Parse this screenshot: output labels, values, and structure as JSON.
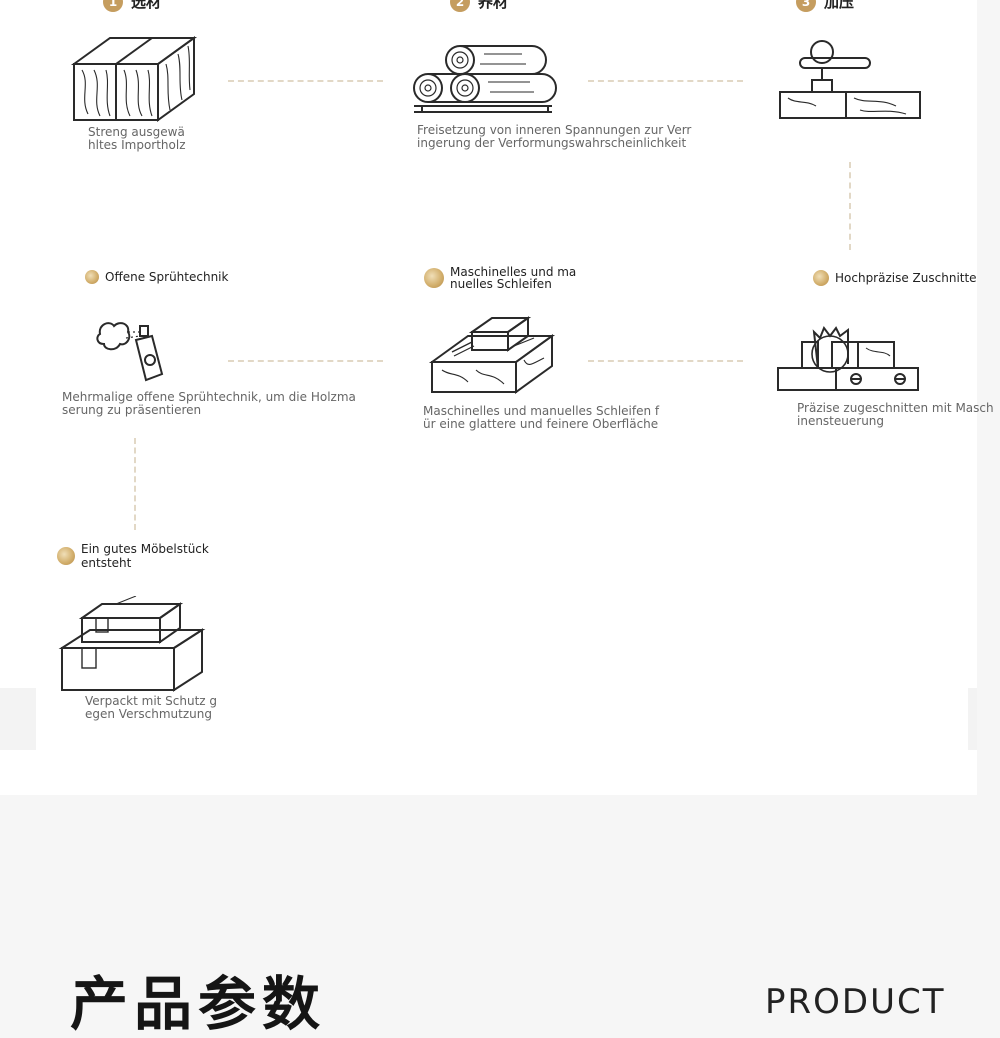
{
  "steps": [
    {
      "num": "1",
      "title": "选材",
      "desc": "Streng ausgewä\nhltes Importholz"
    },
    {
      "num": "2",
      "title": "养材",
      "desc": "Freisetzung von inneren Spannungen zur Verr\ningerung der Verformungswahrscheinlichkeit"
    },
    {
      "num": "3",
      "title": "加压",
      "desc": ""
    }
  ],
  "cutting": {
    "title": "Hochpräzise Zuschnitte",
    "desc": "Präzise zugeschnitten mit Masch\ninensteuerung"
  },
  "sanding": {
    "title": "Maschinelles und ma\nnuelles Schleifen",
    "desc": "Maschinelles und manuelles Schleifen f\nür eine glattere und feinere Oberfläche"
  },
  "spraying": {
    "title": "Offene Sprühtechnik",
    "desc": "Mehrmalige offene Sprühtechnik, um die Holzma\nserung zu präsentieren"
  },
  "finished": {
    "title": "Ein gutes Möbelstück\n entsteht",
    "desc": "Verpackt mit Schutz g\negen Verschmutzung"
  },
  "footer": {
    "title_cn": "产品参数",
    "title_en": "PRODUCT"
  },
  "colors": {
    "accent_gold": "#c59d5f",
    "connector": "#e2d8c6",
    "panel": "#ffffff",
    "background": "#f6f6f6"
  },
  "icons": [
    "wood-block-icon",
    "stacked-logs-icon",
    "press-clamp-icon",
    "spray-can-icon",
    "sanding-block-icon",
    "circular-saw-icon",
    "packed-boxes-icon"
  ]
}
